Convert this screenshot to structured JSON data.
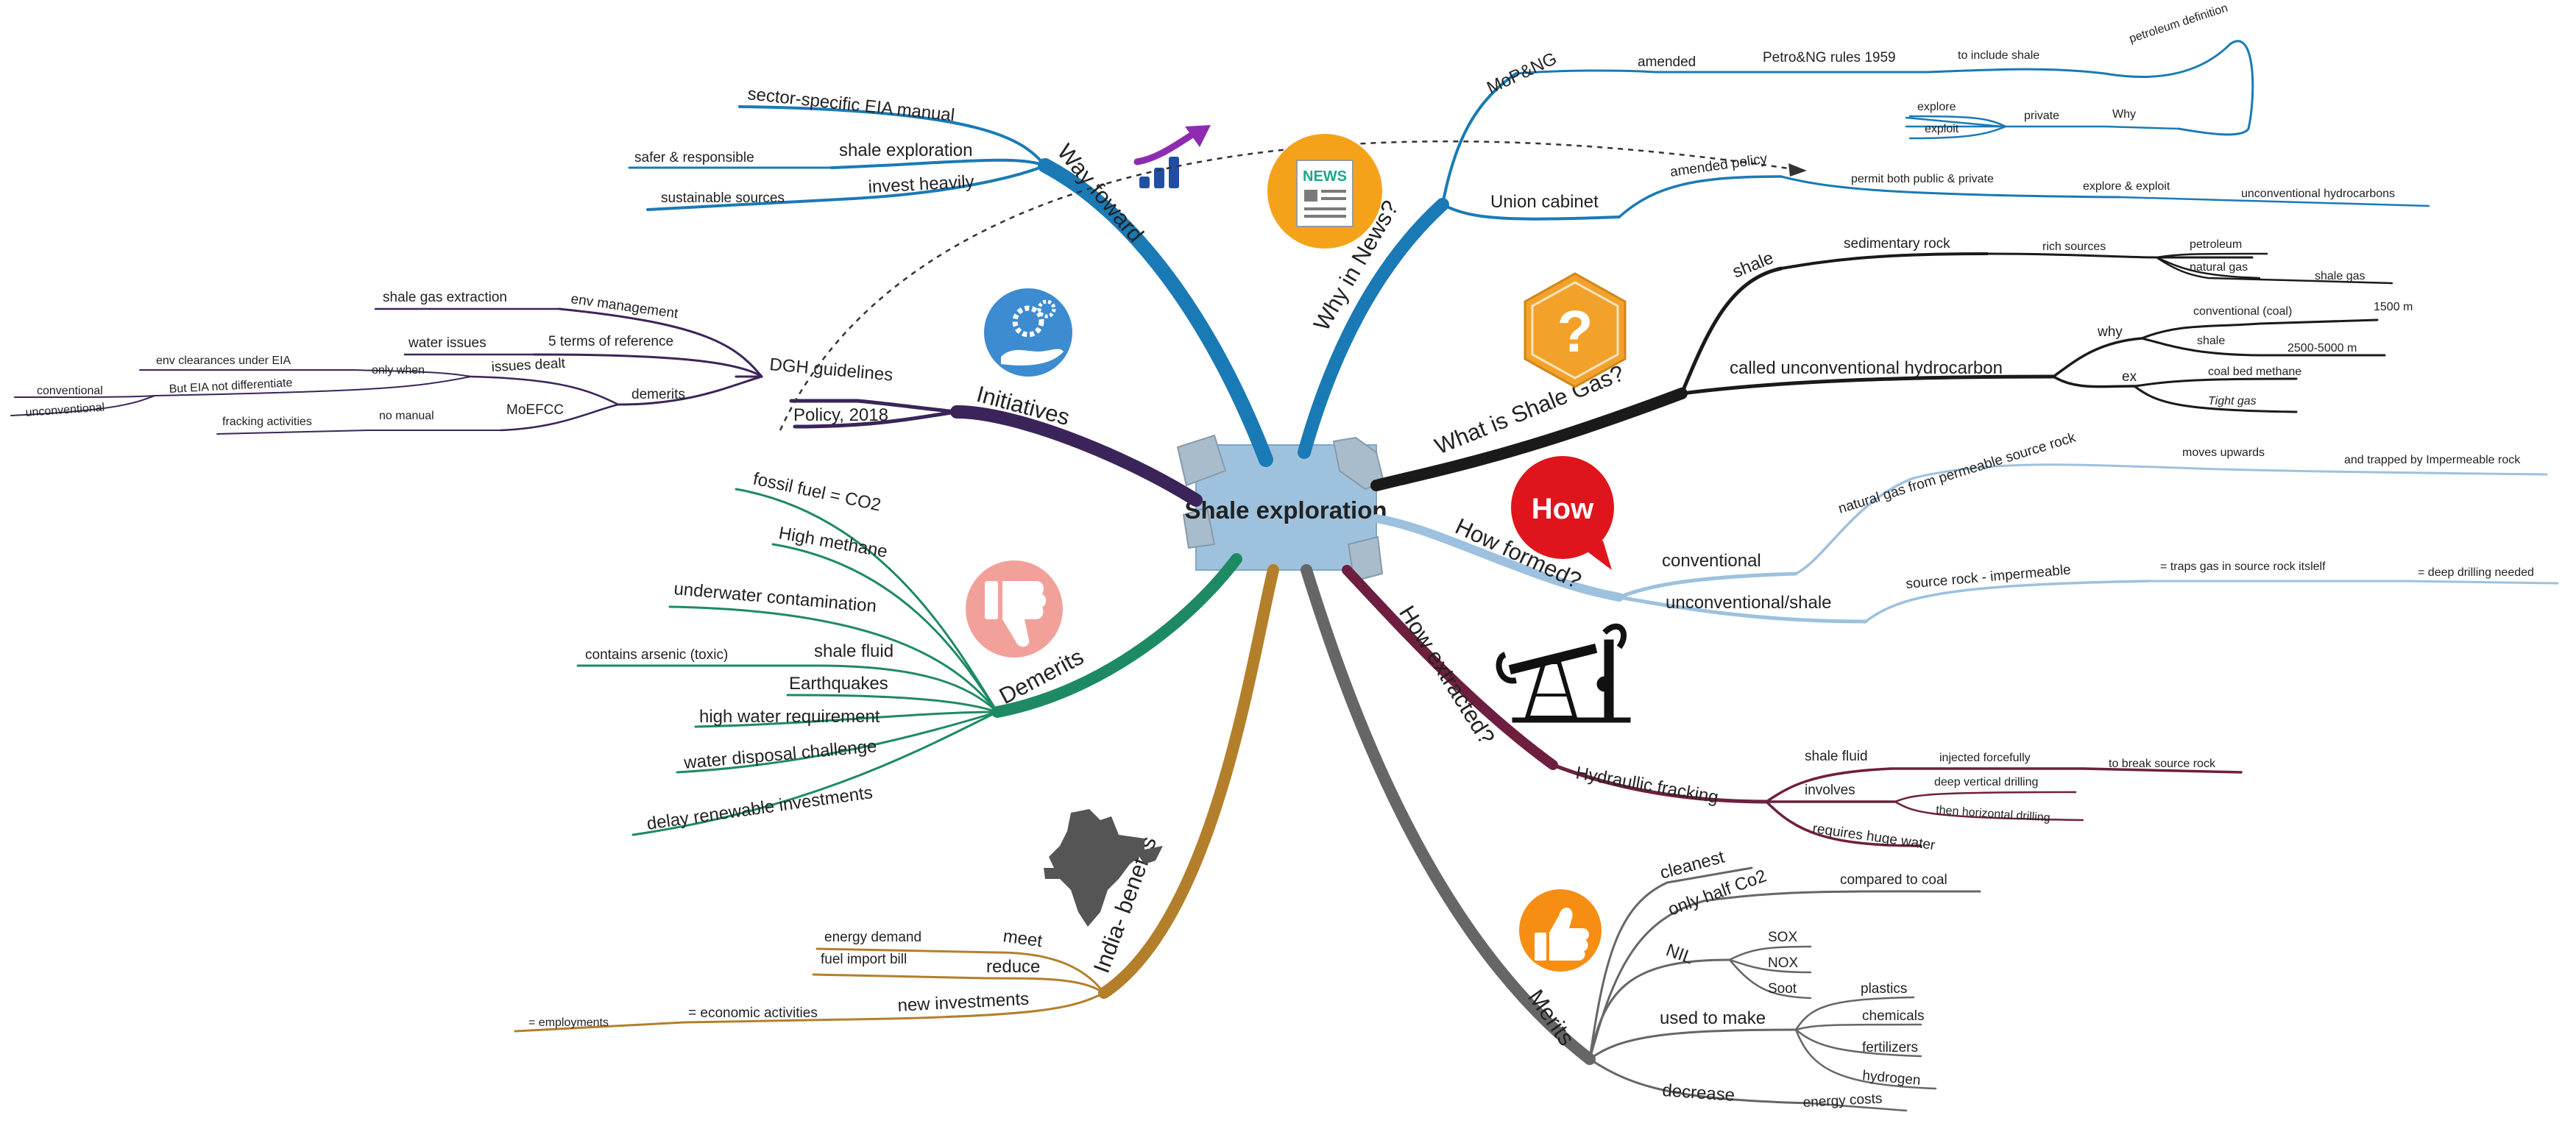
{
  "central_topic": "Shale exploration",
  "branches": {
    "way_forward": {
      "title": "Way foward",
      "color": "#1a7ab5",
      "items": {
        "eia_manual": "sector-specific EIA manual",
        "shale_exploration": "shale exploration",
        "safer": "safer & responsible",
        "invest_heavily": "invest heavily",
        "sustainable": "sustainable sources"
      }
    },
    "initiatives": {
      "title": "Initiatives",
      "color": "#3b2459",
      "items": {
        "dgh": "DGH guidelines",
        "policy": "Policy, 2018",
        "env_management": "env management",
        "shale_gas_extraction": "shale gas extraction",
        "five_terms": "5 terms of reference",
        "water_issues": "water issues",
        "issues_dealt": "issues dealt",
        "demerits": "demerits",
        "only_when": "only when",
        "env_clearances": "env clearances under EIA",
        "eia_not_diff": "But EIA not differentiate",
        "conventional": "conventional",
        "unconventional": "unconventional",
        "moefcc": "MoEFCC",
        "no_manual": "no manual",
        "fracking_activities": "fracking activities"
      }
    },
    "demerits": {
      "title": "Demerits",
      "color": "#1e8a63",
      "items": [
        "fossil fuel = CO2",
        "High methane",
        "underwater contamination",
        "shale fluid",
        "Earthquakes",
        "high water requirement",
        "water disposal challenge",
        "delay renewable investments"
      ],
      "shale_fluid_detail": "contains arsenic (toxic)"
    },
    "india_benefits": {
      "title": "India- benefits",
      "color": "#b47f2b",
      "items": {
        "meet": "meet",
        "energy_demand": "energy demand",
        "reduce": "reduce",
        "fuel_import": "fuel import bill",
        "new_investments": "new investments",
        "economic": "= economic activities",
        "employments": "= employments"
      }
    },
    "why_in_news": {
      "title": "Why in News?",
      "color": "#1a7ab5",
      "items": {
        "mopng": "MoP&NG",
        "amended": "amended",
        "rules": "Petro&NG rules 1959",
        "include_shale": "to include shale",
        "petroleum_def": "petroleum definition",
        "why": "Why",
        "private": "private",
        "explore": "explore",
        "exploit": "exploit",
        "union_cabinet": "Union cabinet",
        "amended_policy": "amended policy",
        "permit": "permit both public & private",
        "explore_exploit": "explore & exploit",
        "unconventional_hc": "unconventional hydrocarbons"
      }
    },
    "what_is": {
      "title": "What is Shale Gas?",
      "color": "#1a1a1a",
      "items": {
        "shale": "shale",
        "sedimentary": "sedimentary rock",
        "rich_sources": "rich sources",
        "petroleum": "petroleum",
        "natural_gas": "natural gas",
        "shale_gas": "shale gas",
        "called": "called unconventional hydrocarbon",
        "why": "why",
        "conventional_coal": "conventional (coal)",
        "depth_1500": "1500 m",
        "shale2": "shale",
        "depth_2500": "2500-5000 m",
        "ex": "ex",
        "cbm": "coal bed methane",
        "tight_gas": "Tight gas"
      }
    },
    "how_formed": {
      "title": "How formed?",
      "color": "#9dc1df",
      "items": {
        "conventional": "conventional",
        "natural_gas_perm": "natural gas from permeable source rock",
        "moves_upwards": "moves upwards",
        "trapped": "and trapped by Impermeable rock",
        "unconventional": "unconventional/shale",
        "source_rock": "source rock - impermeable",
        "traps": "= traps gas in source rock itslelf",
        "deep_drilling": "= deep drilling needed"
      }
    },
    "how_extracted": {
      "title": "How extracted?",
      "color": "#6e1f3f",
      "items": {
        "hydraulic": "Hydraullic fracking",
        "shale_fluid": "shale fluid",
        "injected": "injected forcefully",
        "break": "to break source rock",
        "involves": "involves",
        "deep_vertical": "deep vertical drilling",
        "horizontal": "then horizontal drilling",
        "requires_water": "requires huge water"
      }
    },
    "merits": {
      "title": "Merits",
      "color": "#666666",
      "items": {
        "cleanest": "cleanest",
        "half_co2": "only half Co2",
        "compared": "compared to coal",
        "nil": "NIL",
        "sox": "SOX",
        "nox": "NOX",
        "soot": "Soot",
        "used_to_make": "used to make",
        "plastics": "plastics",
        "chemicals": "chemicals",
        "fertilizers": "fertilizers",
        "hydrogen": "hydrogen",
        "decrease": "decrease",
        "energy_costs": "energy costs"
      }
    }
  },
  "icons": {
    "news": "NEWS",
    "how": "How",
    "question": "?",
    "growth": "growth-chart-icon",
    "gear_hand": "gear-hand-icon",
    "thumbs_down": "thumbs-down-icon",
    "india_map": "india-map-icon",
    "oil_pump": "oil-pump-icon",
    "thumbs_up": "thumbs-up-icon"
  }
}
